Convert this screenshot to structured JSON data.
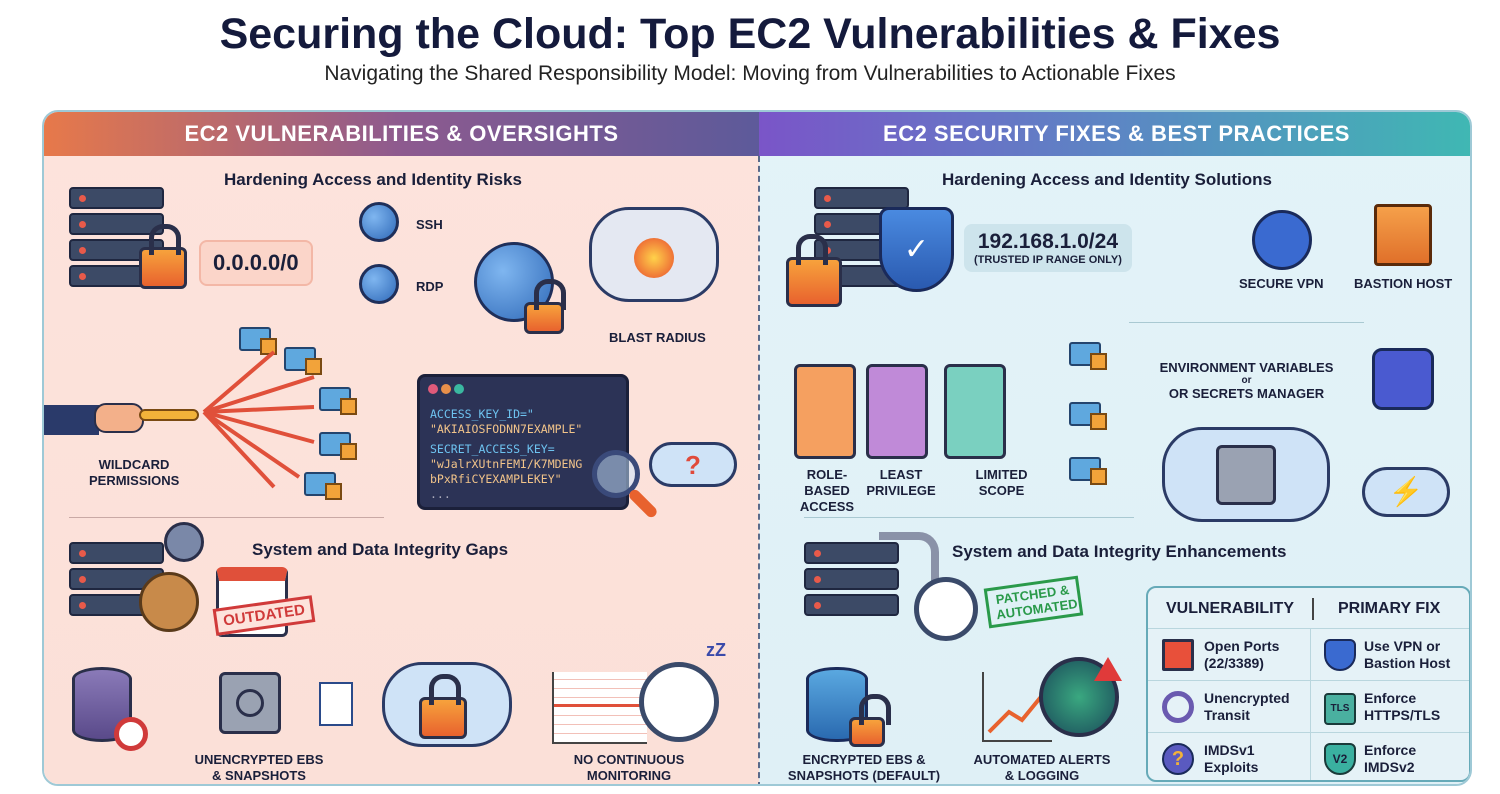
{
  "title": "Securing the Cloud: Top EC2 Vulnerabilities & Fixes",
  "subtitle": "Navigating the Shared Responsibility Model: Moving from Vulnerabilities to Actionable Fixes",
  "left": {
    "header": "EC2 VULNERABILITIES & OVERSIGHTS",
    "access": {
      "title": "Hardening Access and Identity Risks",
      "cidr": "0.0.0.0/0",
      "ssh": "SSH",
      "rdp": "RDP",
      "blast": "BLAST RADIUS",
      "wildcard": "WILDCARD PERMISSIONS",
      "code": [
        "ACCESS_KEY_ID=\"",
        "\"AKIAIOSFODNN7EXAMPLE\"",
        "SECRET_ACCESS_KEY=",
        "\"wJalrXUtnFEMI/K7MDENG",
        "bPxRfiCYEXAMPLEKEY\"",
        "..."
      ],
      "unknown": "?"
    },
    "integrity": {
      "title": "System and Data Integrity Gaps",
      "outdated": "OUTDATED",
      "unencrypted": "UNENCRYPTED EBS & SNAPSHOTS",
      "monitoring": "NO CONTINUOUS MONITORING",
      "zzz": "zZ"
    }
  },
  "right": {
    "header": "EC2 SECURITY FIXES & BEST PRACTICES",
    "access": {
      "title": "Hardening Access and Identity Solutions",
      "cidr": "192.168.1.0/24",
      "cidr_note": "(TRUSTED IP RANGE ONLY)",
      "vpn": "SECURE VPN",
      "bastion": "BASTION HOST",
      "roles": [
        "ROLE-BASED ACCESS",
        "LEAST PRIVILEGE",
        "LIMITED SCOPE"
      ],
      "secrets": "ENVIRONMENT VARIABLES",
      "secrets_or": "or",
      "secrets2": "OR SECRETS MANAGER"
    },
    "integrity": {
      "title": "System and Data Integrity Enhancements",
      "patched": "PATCHED & AUTOMATED",
      "encrypted": "ENCRYPTED EBS & SNAPSHOTS (DEFAULT)",
      "alerts": "AUTOMATED ALERTS & LOGGING"
    },
    "table": {
      "headers": [
        "VULNERABILITY",
        "PRIMARY FIX"
      ],
      "rows": [
        {
          "vuln": "Open Ports (22/3389)",
          "fix": "Use VPN or Bastion Host",
          "fix_icon_text": ""
        },
        {
          "vuln": "Unencrypted Transit",
          "fix": "Enforce HTTPS/TLS",
          "fix_icon_text": "TLS"
        },
        {
          "vuln": "IMDSv1 Exploits",
          "fix": "Enforce IMDSv2",
          "fix_icon_text": "V2",
          "vuln_icon_text": "?"
        }
      ]
    }
  }
}
